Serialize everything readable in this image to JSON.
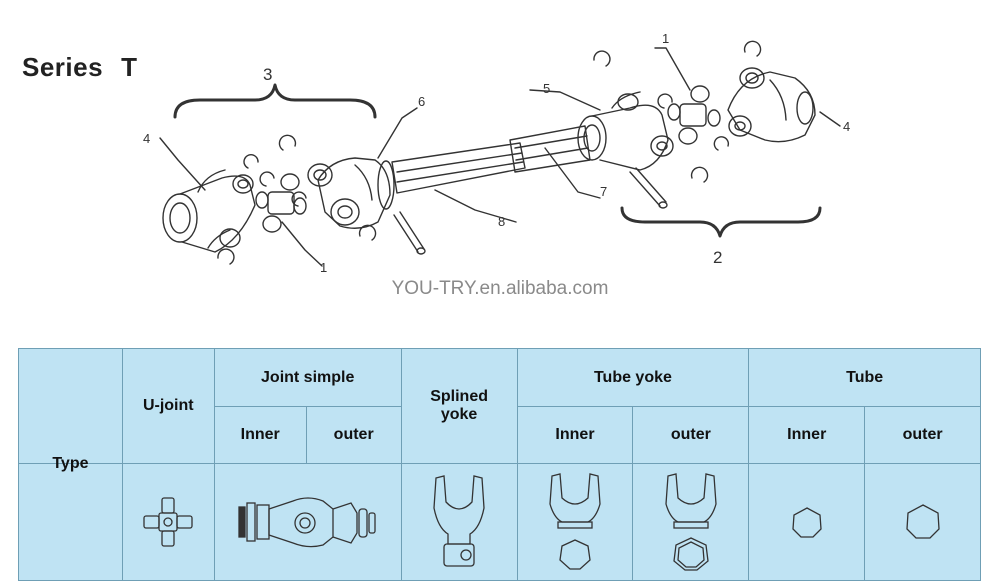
{
  "title": {
    "series_label": "Series",
    "series_letter": "T"
  },
  "watermark": "YOU-TRY.en.alibaba.com",
  "callouts": {
    "assembly_left": "3",
    "assembly_right": "2",
    "ujoint_left": "1",
    "ujoint_right": "1",
    "yoke_left": "4",
    "yoke_right": "4",
    "splined_yoke": "5",
    "inner_yoke": "6",
    "tube_outer": "7",
    "tube_inner": "8"
  },
  "table": {
    "type_label": "Type",
    "ujoint_label": "U-joint",
    "joint_simple_label": "Joint  simple",
    "splined_yoke_label": "Splined\nyoke",
    "tube_yoke_label": "Tube yoke",
    "tube_label": "Tube",
    "inner_label": "Inner",
    "outer_label": "outer",
    "icons": [
      "u-joint-cross",
      "joint-simple",
      "splined-yoke",
      "tube-yoke-inner",
      "tube-yoke-outer",
      "tube-inner-profile",
      "tube-outer-profile"
    ]
  },
  "colors": {
    "table_fill": "#bfe3f3",
    "table_border": "#6f9fb5",
    "line": "#333333"
  }
}
